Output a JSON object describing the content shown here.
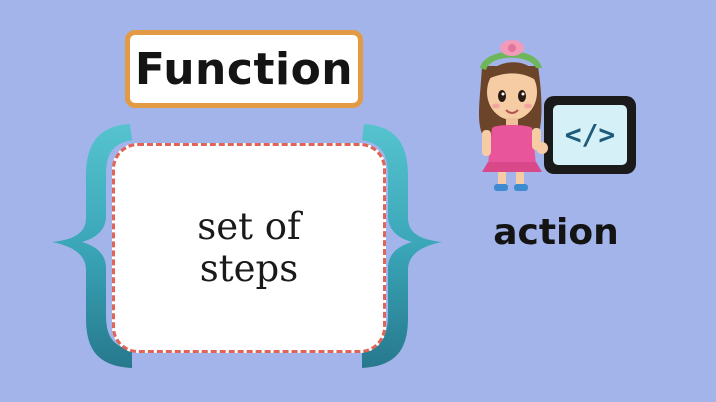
{
  "scene": {
    "title": "Function",
    "body_line1": "set of",
    "body_line2": "steps",
    "action_label": "action",
    "code_symbol": "</>"
  },
  "colors": {
    "background": "#a2b4ea",
    "title_border": "#e39a45",
    "steps_border": "#e06457",
    "brace": "#3aa6b8"
  },
  "icons": [
    "curly-brace-left-icon",
    "curly-brace-right-icon",
    "tablet-code-icon"
  ]
}
